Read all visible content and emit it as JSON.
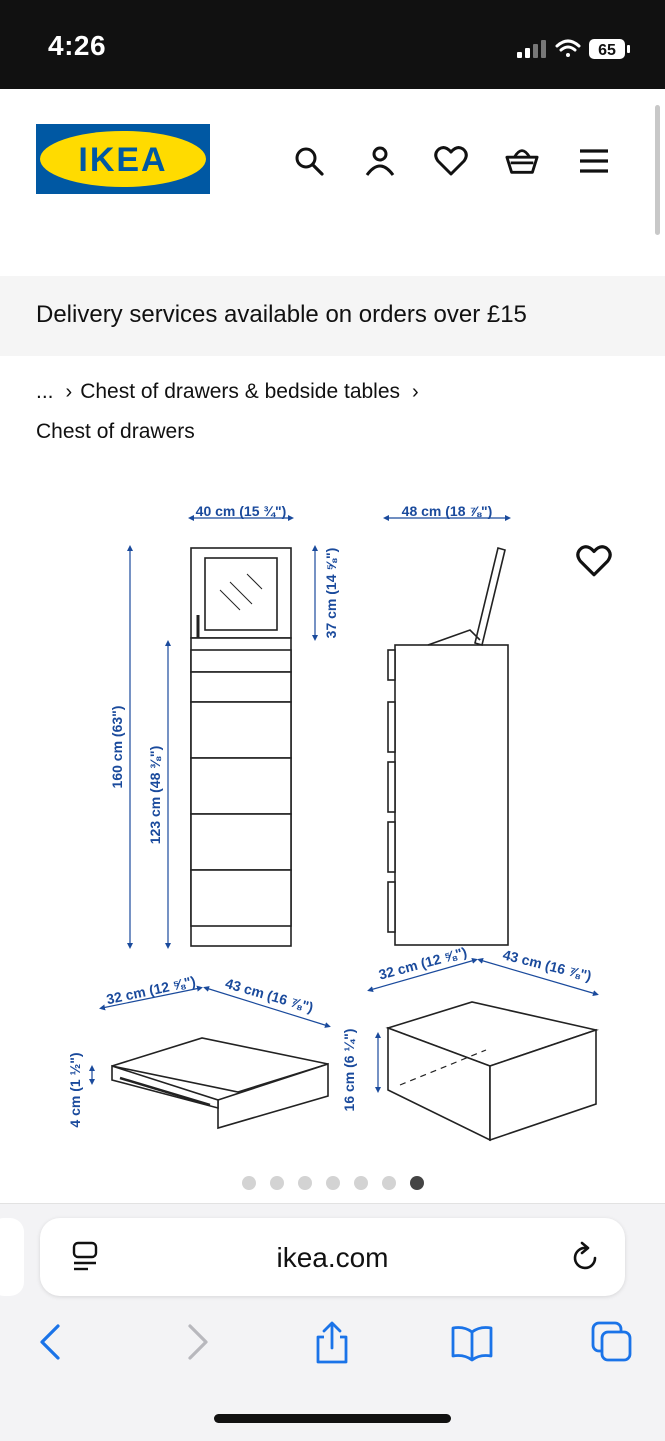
{
  "status": {
    "time": "4:26",
    "battery": "65"
  },
  "header": {
    "logo_text": "IKEA",
    "icons": [
      "search-icon",
      "account-icon",
      "heart-icon",
      "basket-icon",
      "menu-icon"
    ]
  },
  "banner": {
    "text": "Delivery services available on orders over £15"
  },
  "breadcrumb": {
    "items": [
      "...",
      "Chest of drawers & bedside tables",
      "Chest of drawers"
    ]
  },
  "diagram": {
    "labels": {
      "front_width": "40 cm (15 ¾\")",
      "side_depth": "48 cm (18 ⅞\")",
      "total_height": "160 cm (63\")",
      "chest_height": "123 cm (48 ⅜\")",
      "mirror_height": "37 cm (14 ⅝\")",
      "small_drawer_width": "32 cm (12 ⅝\")",
      "small_drawer_depth": "43 cm (16 ⅞\")",
      "small_drawer_height": "4 cm (1 ½\")",
      "large_drawer_width": "32 cm (12 ⅝\")",
      "large_drawer_depth": "43 cm (16 ⅞\")",
      "large_drawer_height": "16 cm (6 ¼\")"
    },
    "colors": {
      "dimension": "#1a4a9c",
      "line": "#222222"
    }
  },
  "carousel": {
    "count": 7,
    "active_index": 6
  },
  "browser": {
    "url": "ikea.com"
  },
  "colors": {
    "ikea_blue": "#0058a3",
    "ikea_yellow": "#ffdb00"
  }
}
